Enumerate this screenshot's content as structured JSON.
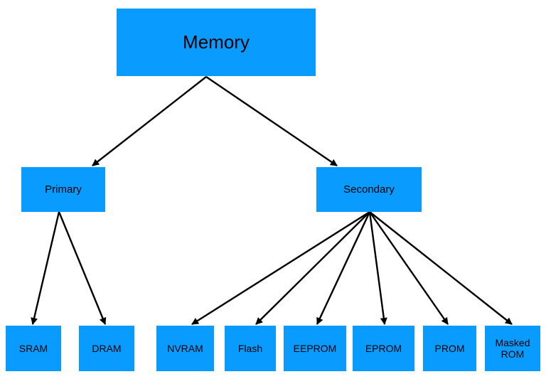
{
  "diagram": {
    "colors": {
      "node_fill": "#0a9bff",
      "edge": "#000000",
      "text": "#000000"
    },
    "root": {
      "id": "memory",
      "label": "Memory"
    },
    "categories": [
      {
        "id": "primary",
        "label": "Primary"
      },
      {
        "id": "secondary",
        "label": "Secondary"
      }
    ],
    "leaves": [
      {
        "id": "sram",
        "label": "SRAM",
        "parent": "primary"
      },
      {
        "id": "dram",
        "label": "DRAM",
        "parent": "primary"
      },
      {
        "id": "nvram",
        "label": "NVRAM",
        "parent": "secondary"
      },
      {
        "id": "flash",
        "label": "Flash",
        "parent": "secondary"
      },
      {
        "id": "eeprom",
        "label": "EEPROM",
        "parent": "secondary"
      },
      {
        "id": "eprom",
        "label": "EPROM",
        "parent": "secondary"
      },
      {
        "id": "prom",
        "label": "PROM",
        "parent": "secondary"
      },
      {
        "id": "masked-rom",
        "label": "Masked ROM",
        "parent": "secondary"
      }
    ],
    "edges": [
      [
        "memory",
        "primary"
      ],
      [
        "memory",
        "secondary"
      ],
      [
        "primary",
        "sram"
      ],
      [
        "primary",
        "dram"
      ],
      [
        "secondary",
        "nvram"
      ],
      [
        "secondary",
        "flash"
      ],
      [
        "secondary",
        "eeprom"
      ],
      [
        "secondary",
        "eprom"
      ],
      [
        "secondary",
        "prom"
      ],
      [
        "secondary",
        "masked-rom"
      ]
    ]
  }
}
